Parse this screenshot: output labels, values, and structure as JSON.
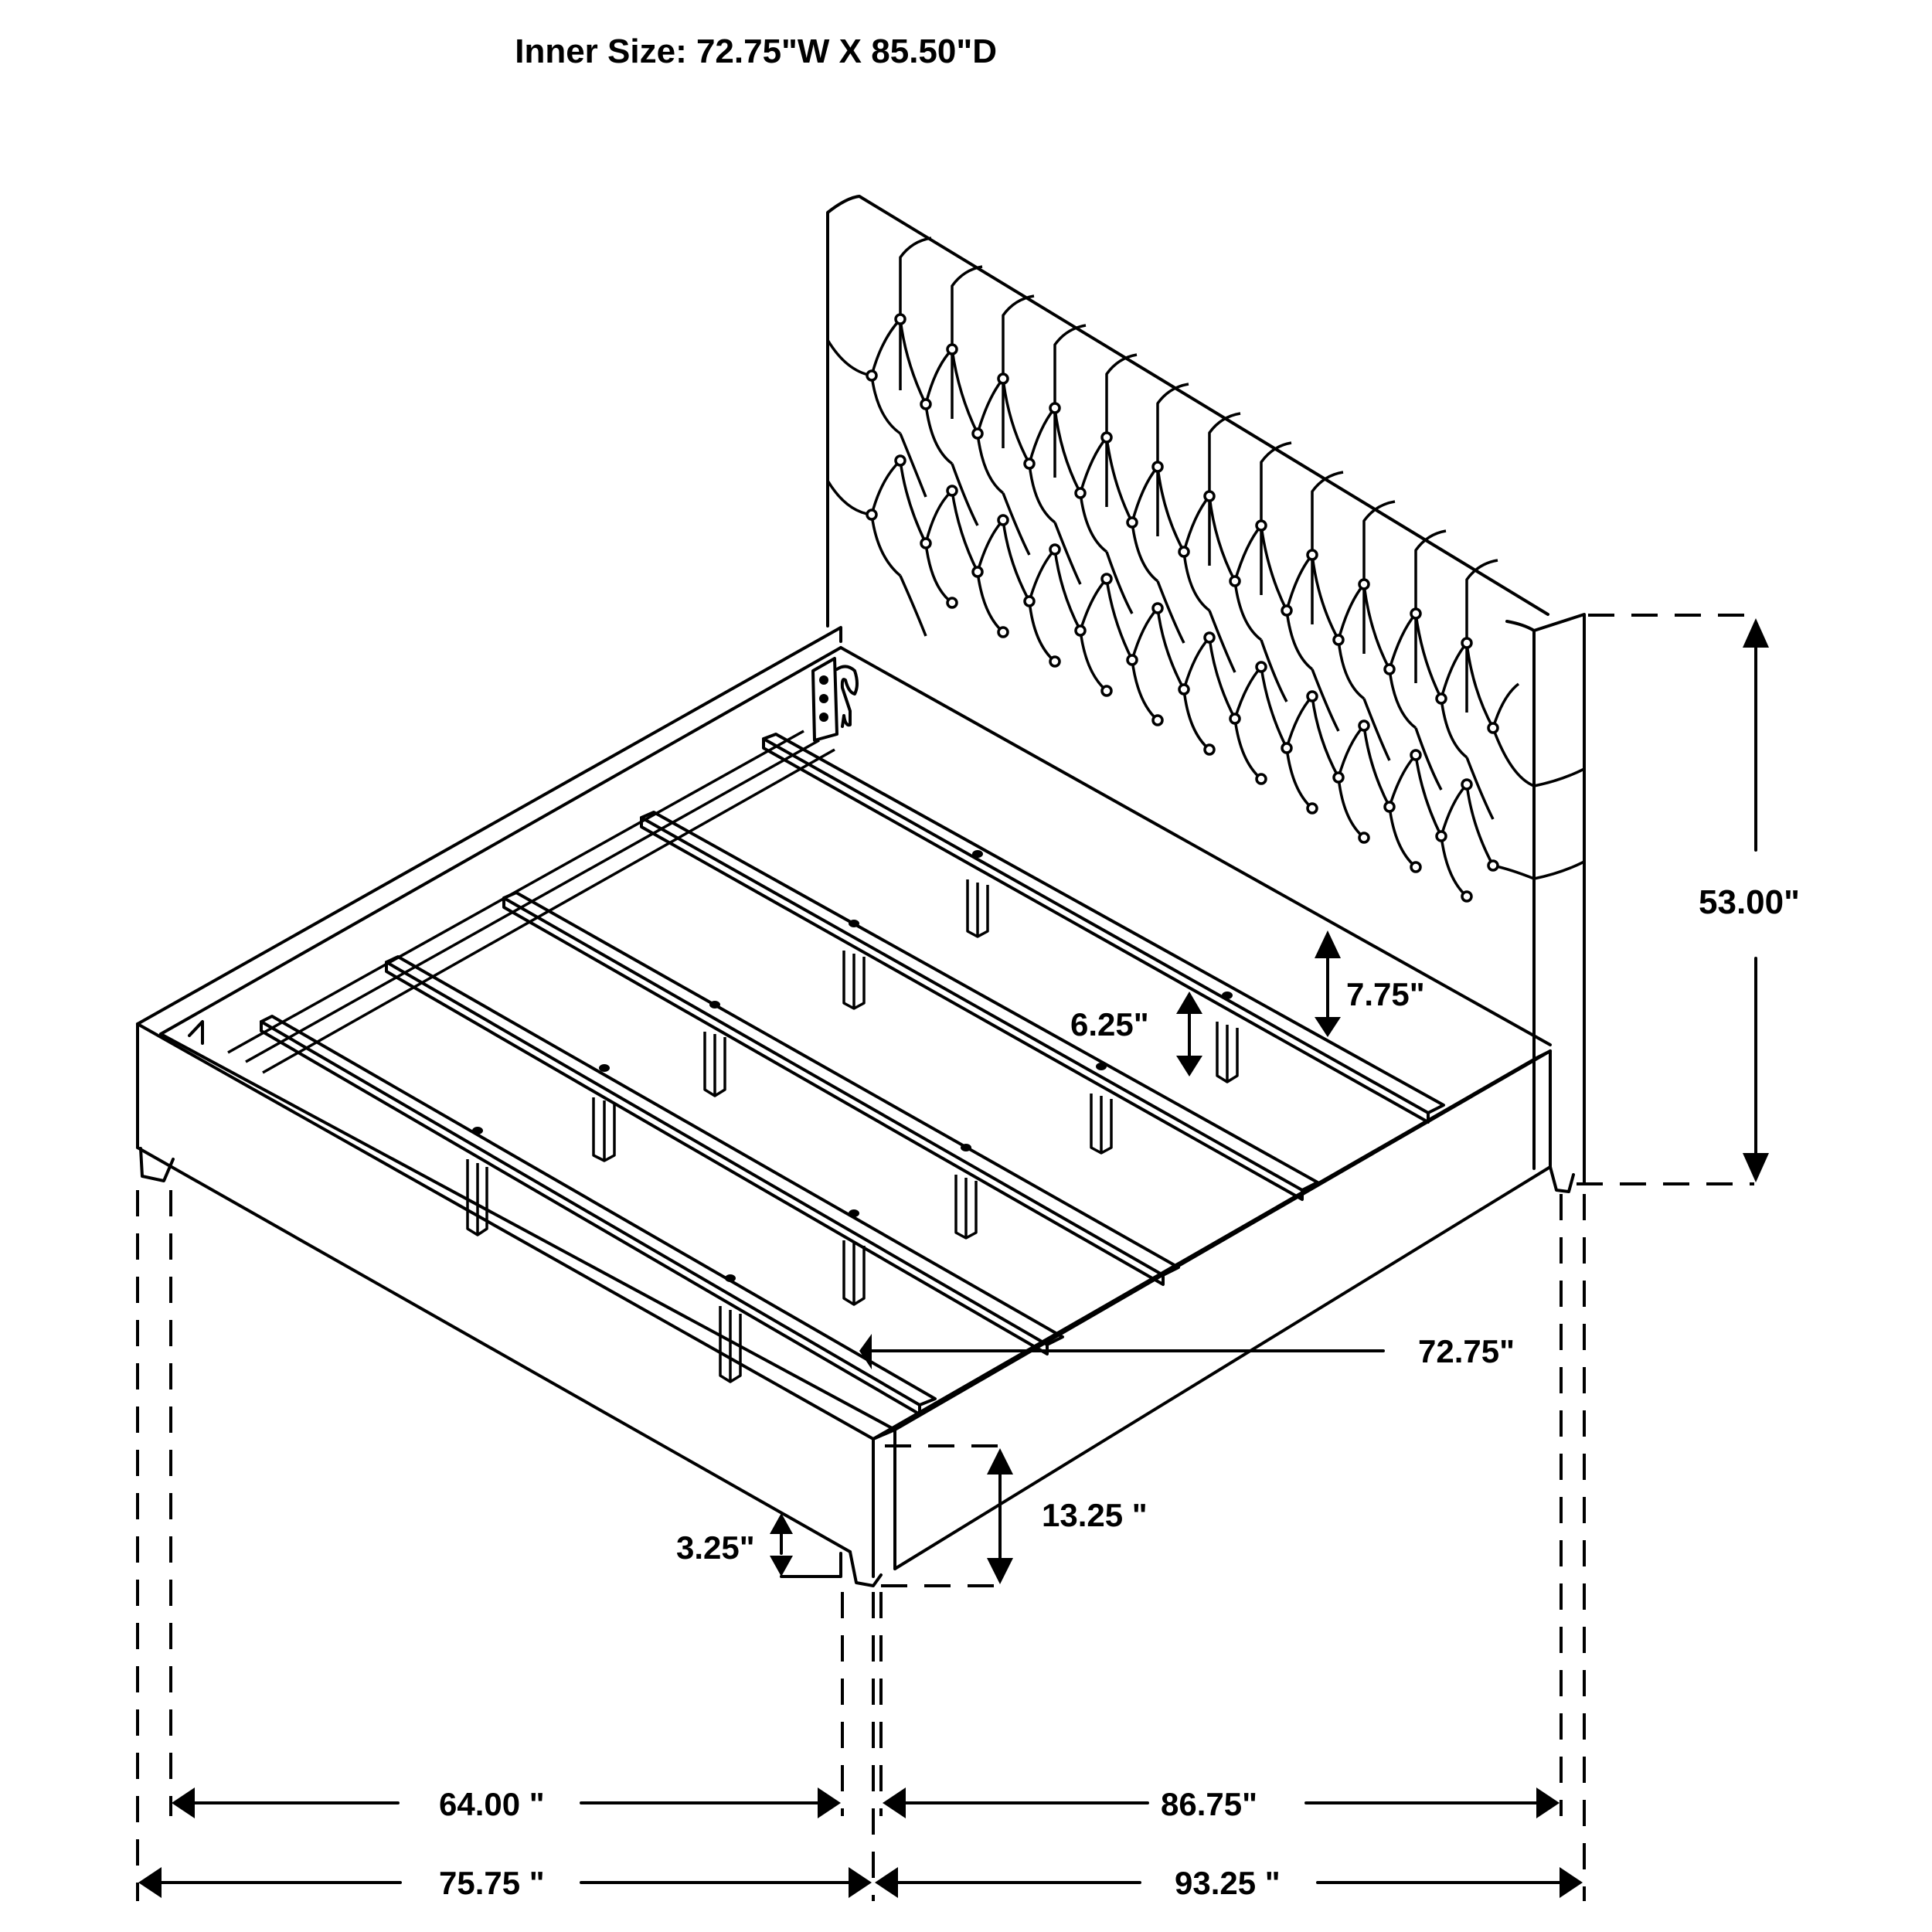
{
  "title": "Inner Size: 72.75\"W X 85.50\"D",
  "dimensions": {
    "headboard_height": "53.00\"",
    "side_rail_height": "7.75\"",
    "slat_support_height": "6.25\"",
    "inner_width": "72.75\"",
    "frame_height": "13.25 \"",
    "leg_height": "3.25\"",
    "inner_front_width": "64.00 \"",
    "inner_side_length": "86.75\"",
    "overall_width": "75.75 \"",
    "overall_length": "93.25 \""
  },
  "drawing": {
    "subject": "upholstered tufted platform bed frame with slats",
    "stroke_color": "#000000",
    "background": "#ffffff",
    "slat_count": 5
  }
}
